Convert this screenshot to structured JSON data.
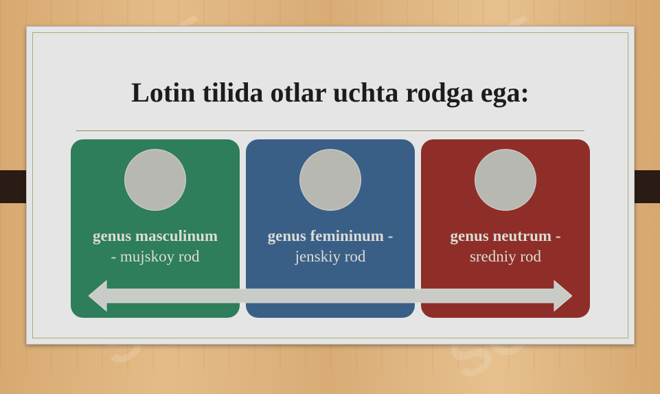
{
  "slide": {
    "title_part1": "Lotin tilida otlar uchta ",
    "title_part2": "rodga",
    "title_part3": " ega:",
    "cards": [
      {
        "name": "genus masculinum",
        "suffix": "",
        "description": "- mujskoy rod",
        "color": "#2e7d5b"
      },
      {
        "name": "genus femininum",
        "suffix": " -",
        "description": "jenskiy rod",
        "color": "#3a5f87"
      },
      {
        "name": "genus neutrum",
        "suffix": " -",
        "description": "sredniy rod",
        "color": "#8f2e28"
      }
    ]
  },
  "watermark": {
    "text": "SOF"
  },
  "colors": {
    "board": "#e5e5e5",
    "title": "#1c1c1c",
    "arrow": "#c9cbc7",
    "strap": "#2a1c14"
  },
  "icons": [
    "double-headed-arrow-icon",
    "placeholder-circle-icon"
  ]
}
